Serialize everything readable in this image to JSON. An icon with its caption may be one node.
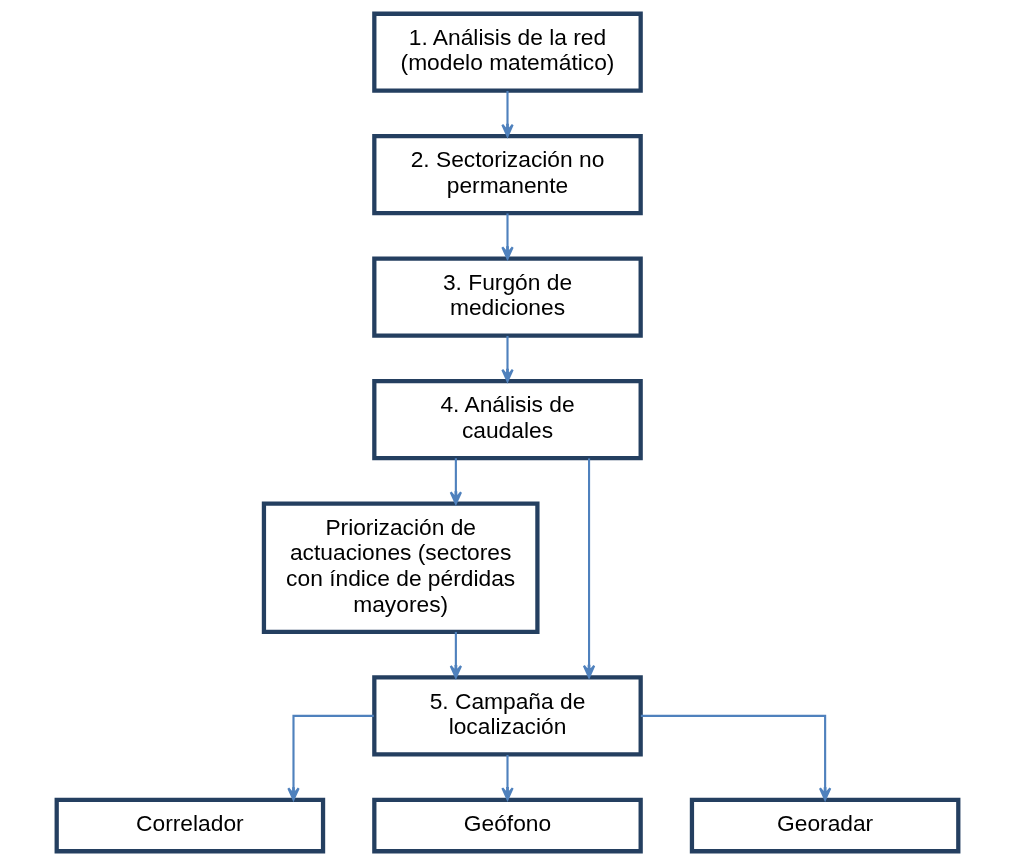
{
  "diagram": {
    "nodes": [
      {
        "text": [
          "1. Análisis de la red (modelo matemático)"
        ]
      },
      {
        "text": [
          "2. Sectorización no permanente"
        ]
      },
      {
        "text": [
          "3. Furgón de mediciones"
        ]
      },
      {
        "text": [
          "Priorización de actuaciones (sectores con índice de pérdidas mayores)"
        ]
      },
      {
        "text": [
          "4. Análisis de caudales"
        ]
      },
      {
        "text": [
          "5. Campaña de localización"
        ]
      },
      {
        "text": [
          "Correlador"
        ]
      },
      {
        "text": [
          "Geófono"
        ]
      },
      {
        "text": [
          "Georadar"
        ]
      }
    ],
    "edges": [
      {
        "from": 0,
        "to": 1,
        "arrow": "to"
      },
      {
        "from": 1,
        "to": 2,
        "arrow": "to"
      },
      {
        "from": 2,
        "to": 4,
        "arrow": "to"
      },
      {
        "from": 4,
        "to": 3,
        "arrow": "to"
      },
      {
        "from": 4,
        "to": 5,
        "arrow": "to"
      },
      {
        "from": 3,
        "to": 5,
        "arrow": "to"
      },
      {
        "from": 5,
        "to": 6,
        "arrow": "to"
      },
      {
        "from": 5,
        "to": 7,
        "arrow": "to"
      },
      {
        "from": 5,
        "to": 8,
        "arrow": "to"
      }
    ]
  }
}
